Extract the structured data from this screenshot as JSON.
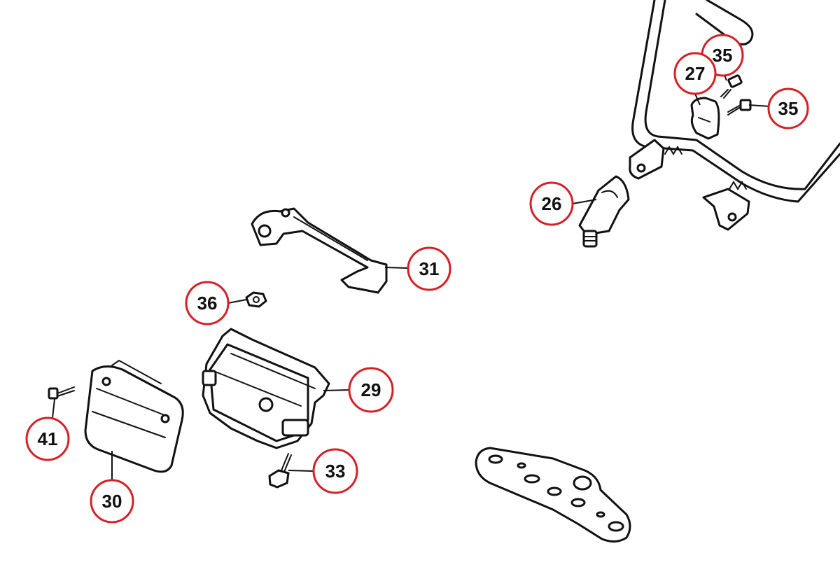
{
  "callouts": [
    {
      "id": "35-top",
      "label": "35"
    },
    {
      "id": "27",
      "label": "27"
    },
    {
      "id": "35-right",
      "label": "35"
    },
    {
      "id": "26",
      "label": "26"
    },
    {
      "id": "31",
      "label": "31"
    },
    {
      "id": "36",
      "label": "36"
    },
    {
      "id": "29",
      "label": "29"
    },
    {
      "id": "41",
      "label": "41"
    },
    {
      "id": "33",
      "label": "33"
    },
    {
      "id": "30",
      "label": "30"
    }
  ]
}
